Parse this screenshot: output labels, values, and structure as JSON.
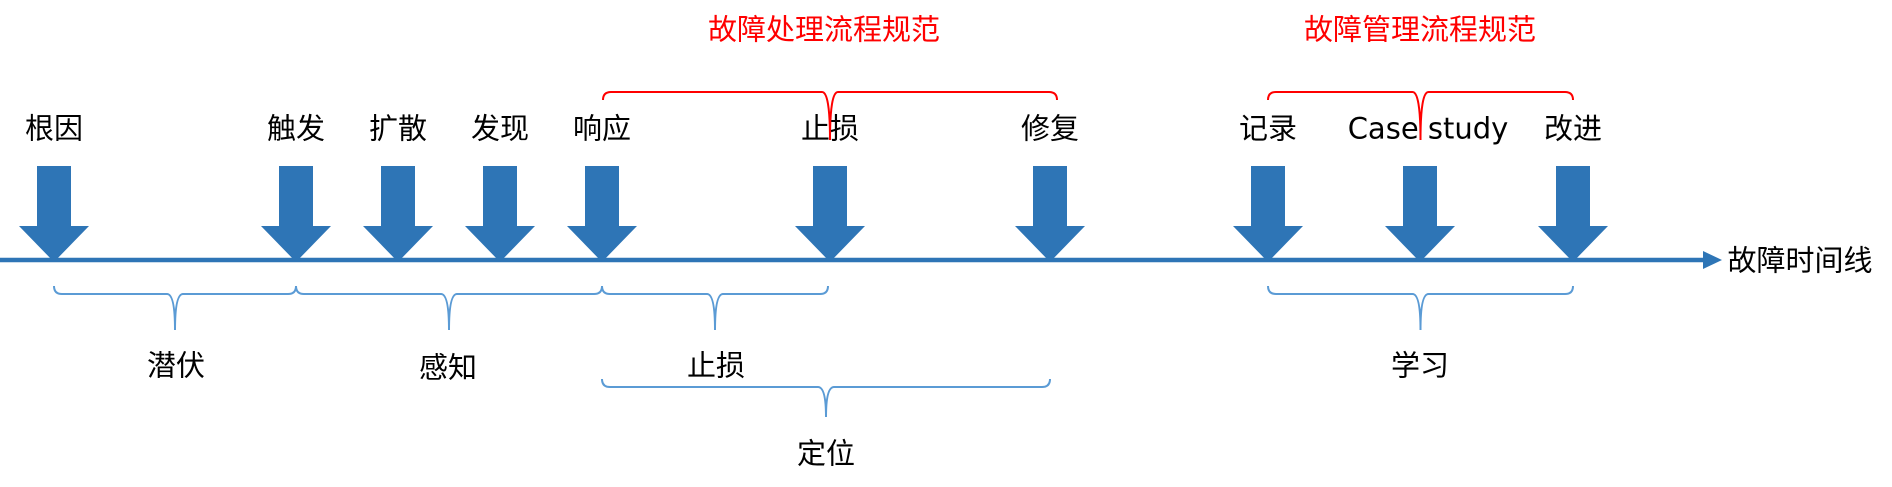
{
  "colors": {
    "arrow": "#2E75B6",
    "timeline": "#2E75B6",
    "bracket_bottom": "#5B9BD5",
    "bracket_top": "#FF0000",
    "text": "#000000",
    "heading_text": "#FF0000"
  },
  "headings": {
    "process_spec": "故障处理流程规范",
    "management_spec": "故障管理流程规范"
  },
  "events": [
    {
      "label": "根因"
    },
    {
      "label": "触发"
    },
    {
      "label": "扩散"
    },
    {
      "label": "发现"
    },
    {
      "label": "响应"
    },
    {
      "label": "止损"
    },
    {
      "label": "修复"
    },
    {
      "label": "记录"
    },
    {
      "label": "Case study"
    },
    {
      "label": "改进"
    }
  ],
  "timeline": {
    "label": "故障时间线"
  },
  "phases": [
    {
      "label": "潜伏"
    },
    {
      "label": "感知"
    },
    {
      "label": "止损"
    },
    {
      "label": "定位"
    },
    {
      "label": "学习"
    }
  ]
}
